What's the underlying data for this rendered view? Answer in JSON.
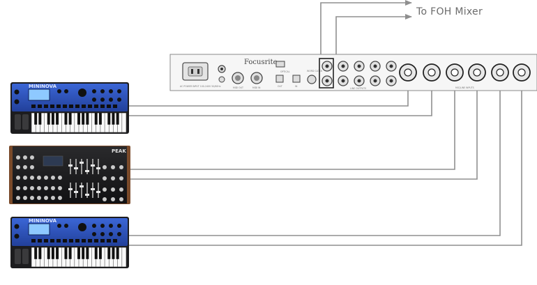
{
  "foh_label": "To FOH Mixer",
  "interface": {
    "brand": "Focusrite",
    "power_label": "AC POWER INPUT 100-240V 50/60Hz",
    "line_outputs_label": "LINE OUTPUTS",
    "mic_inputs_label": "MIC/LINE INPUTS",
    "midi_out_label": "MIDI OUT",
    "midi_in_label": "MIDI IN",
    "optical_label": "OPTICAL",
    "out_label": "OUT",
    "in_label": "IN",
    "word_clock_label": "WORD CLOCK"
  },
  "synths": [
    {
      "label": "MININOVA"
    },
    {
      "label": "PEAK"
    },
    {
      "label": "MININOVA"
    }
  ],
  "colors": {
    "cable": "#8f8f8f",
    "synth_blue": "#2f57c8",
    "synth_dark": "#1d1d1f",
    "wood": "#7a4a2a"
  }
}
